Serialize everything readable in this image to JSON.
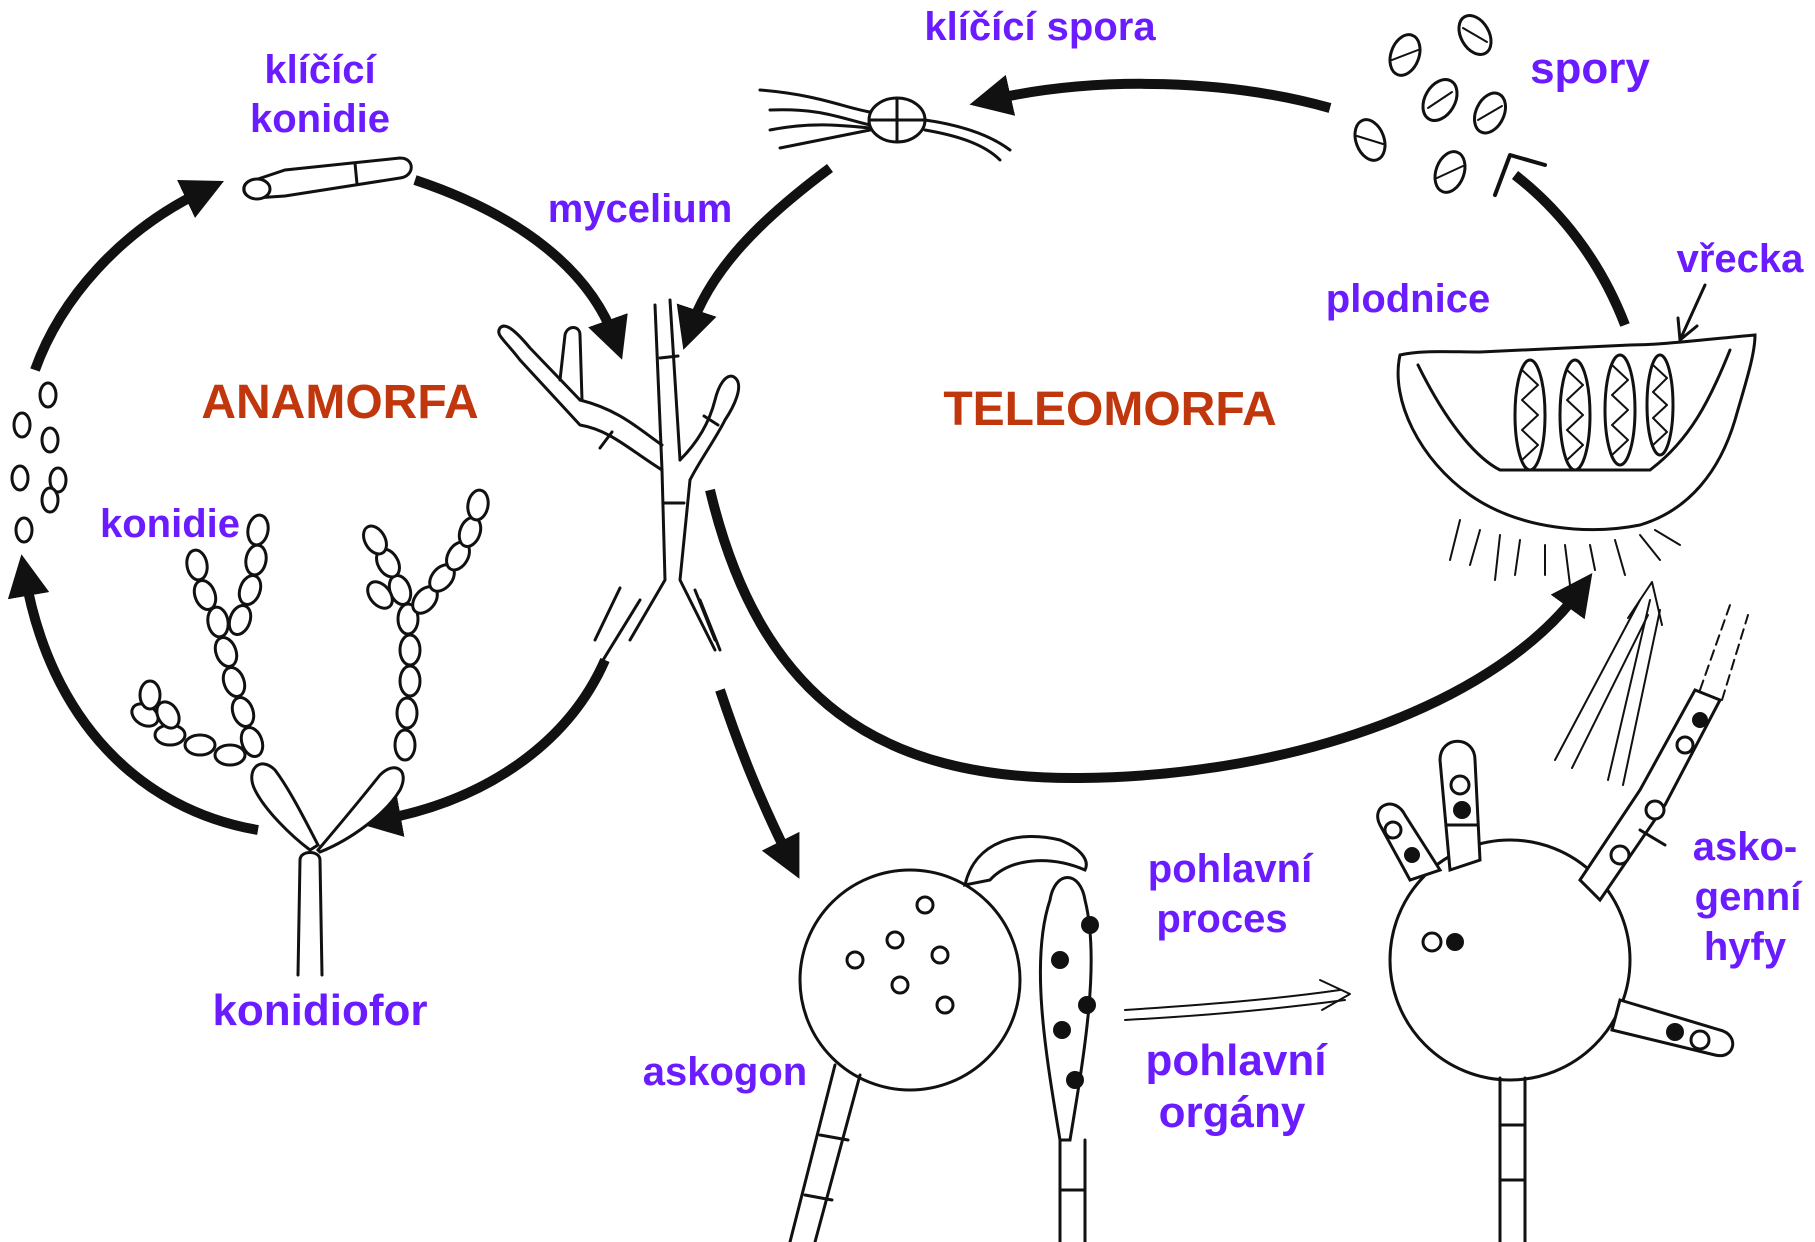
{
  "colors": {
    "label": "#6a1bff",
    "stage_title": "#c0360d",
    "ink": "#111111",
    "background": "#ffffff"
  },
  "stages": {
    "anamorph": "ANAMORFA",
    "teleomorph": "TELEOMORFA"
  },
  "labels": {
    "germinating_conidium_line1": "klíčící",
    "germinating_conidium_line2": "konidie",
    "germinating_spore": "klíčící spora",
    "spores": "spory",
    "mycelium": "mycelium",
    "asci": "vřecka",
    "fruiting_body": "plodnice",
    "conidia": "konidie",
    "conidiophore": "konidiofor",
    "sexual_process_line1": "pohlavní",
    "sexual_process_line2": "proces",
    "sexual_organs_line1": "pohlavní",
    "sexual_organs_line2": "orgány",
    "ascogonium": "askogon",
    "ascogenous_hyphae_line1": "asko-",
    "ascogenous_hyphae_line2": "genní",
    "ascogenous_hyphae_line3": "hyfy"
  },
  "icons": [
    "arrow-icon",
    "spore-icon",
    "conidium-icon",
    "ascus-icon"
  ]
}
